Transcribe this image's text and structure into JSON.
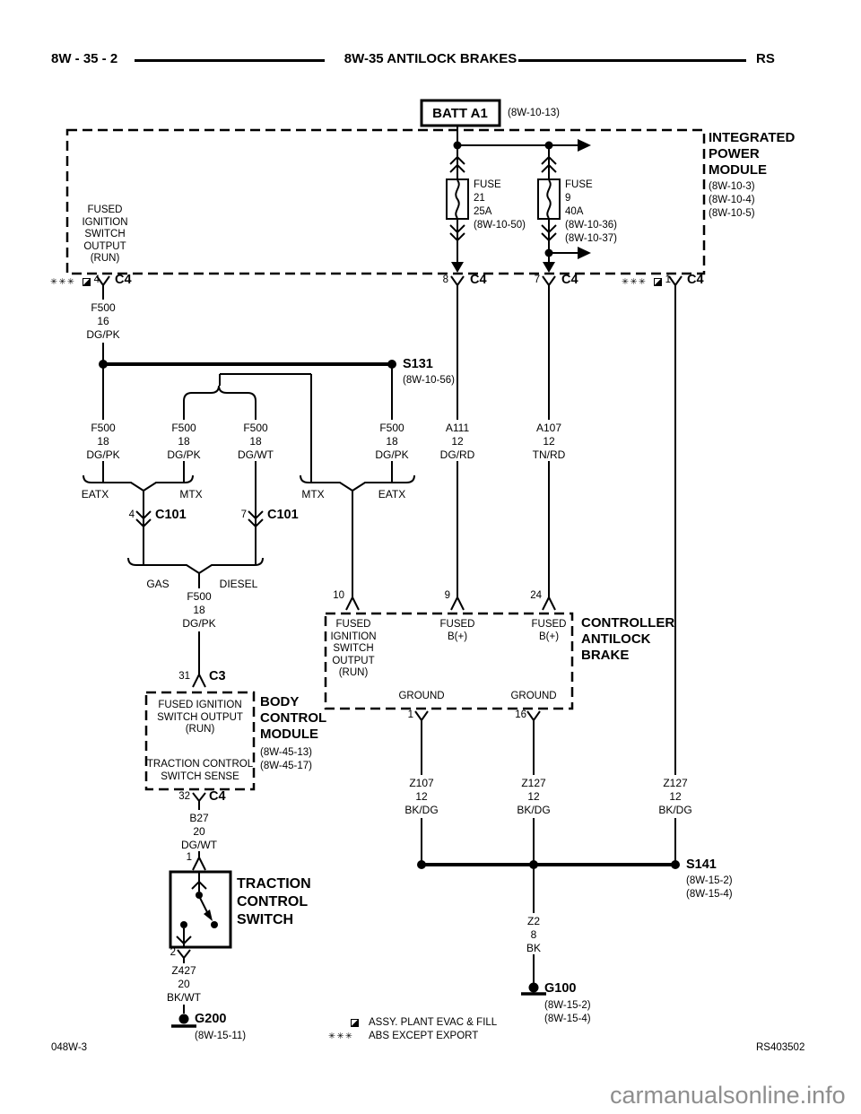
{
  "header": {
    "page_no": "8W - 35 - 2",
    "title": "8W-35 ANTILOCK BRAKES",
    "platform": "RS"
  },
  "battery": {
    "label": "BATT A1",
    "ref": "(8W-10-13)"
  },
  "ipm": {
    "t1": "INTEGRATED",
    "t2": "POWER",
    "t3": "MODULE",
    "r1": "(8W-10-3)",
    "r2": "(8W-10-4)",
    "r3": "(8W-10-5)",
    "out1": "FUSED",
    "out2": "IGNITION",
    "out3": "SWITCH",
    "out4": "OUTPUT",
    "out5": "(RUN)",
    "fuse21": {
      "name": "FUSE",
      "num": "21",
      "amps": "25A",
      "ref1": "(8W-10-50)"
    },
    "fuse9": {
      "name": "FUSE",
      "num": "9",
      "amps": "40A",
      "ref1": "(8W-10-36)",
      "ref2": "(8W-10-37)"
    }
  },
  "conn": {
    "stars": "✳✳✳",
    "c4a": {
      "pin": "4",
      "name": "C4"
    },
    "c4b": {
      "pin": "8",
      "name": "C4"
    },
    "c4c": {
      "pin": "7",
      "name": "C4"
    },
    "c4d": {
      "pin": "1",
      "name": "C4"
    },
    "c101a": {
      "pin": "4",
      "name": "C101"
    },
    "c101b": {
      "pin": "7",
      "name": "C101"
    },
    "c3": {
      "pin": "31",
      "name": "C3"
    },
    "c4e": {
      "pin": "32",
      "name": "C4"
    }
  },
  "wires": {
    "f500_16": {
      "code": "F500",
      "ga": "16",
      "col": "DG/PK"
    },
    "f500_18a": {
      "code": "F500",
      "ga": "18",
      "col": "DG/PK"
    },
    "f500_18b": {
      "code": "F500",
      "ga": "18",
      "col": "DG/PK"
    },
    "f500_18w": {
      "code": "F500",
      "ga": "18",
      "col": "DG/WT"
    },
    "f500_18c": {
      "code": "F500",
      "ga": "18",
      "col": "DG/PK"
    },
    "f500_18d": {
      "code": "F500",
      "ga": "18",
      "col": "DG/PK"
    },
    "a111": {
      "code": "A111",
      "ga": "12",
      "col": "DG/RD"
    },
    "a107": {
      "code": "A107",
      "ga": "12",
      "col": "TN/RD"
    },
    "b27": {
      "code": "B27",
      "ga": "20",
      "col": "DG/WT"
    },
    "z427": {
      "code": "Z427",
      "ga": "20",
      "col": "BK/WT"
    },
    "z107": {
      "code": "Z107",
      "ga": "12",
      "col": "BK/DG"
    },
    "z127a": {
      "code": "Z127",
      "ga": "12",
      "col": "BK/DG"
    },
    "z127b": {
      "code": "Z127",
      "ga": "12",
      "col": "BK/DG"
    },
    "z2": {
      "code": "Z2",
      "ga": "8",
      "col": "BK"
    }
  },
  "tags": {
    "eatx_l": "EATX",
    "mtx_l": "MTX",
    "mtx_r": "MTX",
    "eatx_r": "EATX",
    "gas": "GAS",
    "diesel": "DIESEL"
  },
  "splices": {
    "s131": {
      "name": "S131",
      "ref": "(8W-10-56)"
    },
    "s141": {
      "name": "S141",
      "ref1": "(8W-15-2)",
      "ref2": "(8W-15-4)"
    }
  },
  "grounds": {
    "g200": {
      "name": "G200",
      "ref": "(8W-15-11)"
    },
    "g100": {
      "name": "G100",
      "ref1": "(8W-15-2)",
      "ref2": "(8W-15-4)"
    }
  },
  "bcm": {
    "t1": "BODY",
    "t2": "CONTROL",
    "t3": "MODULE",
    "ref1": "(8W-45-13)",
    "ref2": "(8W-45-17)",
    "in1": "FUSED IGNITION",
    "in2": "SWITCH OUTPUT",
    "in3": "(RUN)",
    "in4": "TRACTION CONTROL",
    "in5": "SWITCH SENSE"
  },
  "cab": {
    "t1": "CONTROLLER",
    "t2": "ANTILOCK",
    "t3": "BRAKE",
    "p10": {
      "pin": "10",
      "l1": "FUSED",
      "l2": "IGNITION",
      "l3": "SWITCH",
      "l4": "OUTPUT",
      "l5": "(RUN)"
    },
    "p9": {
      "pin": "9",
      "l1": "FUSED",
      "l2": "B(+)"
    },
    "p24": {
      "pin": "24",
      "l1": "FUSED",
      "l2": "B(+)"
    },
    "p1": {
      "pin": "1",
      "label": "GROUND"
    },
    "p16": {
      "pin": "16",
      "label": "GROUND"
    }
  },
  "tcs": {
    "t1": "TRACTION",
    "t2": "CONTROL",
    "t3": "SWITCH",
    "p1": "1",
    "p2": "2"
  },
  "legend": {
    "evac": "ASSY. PLANT EVAC & FILL",
    "stars": "✳✳✳",
    "abs": "ABS EXCEPT EXPORT"
  },
  "footer": {
    "left": "048W-3",
    "right": "RS403502",
    "watermark": "carmanualsonline.info"
  }
}
